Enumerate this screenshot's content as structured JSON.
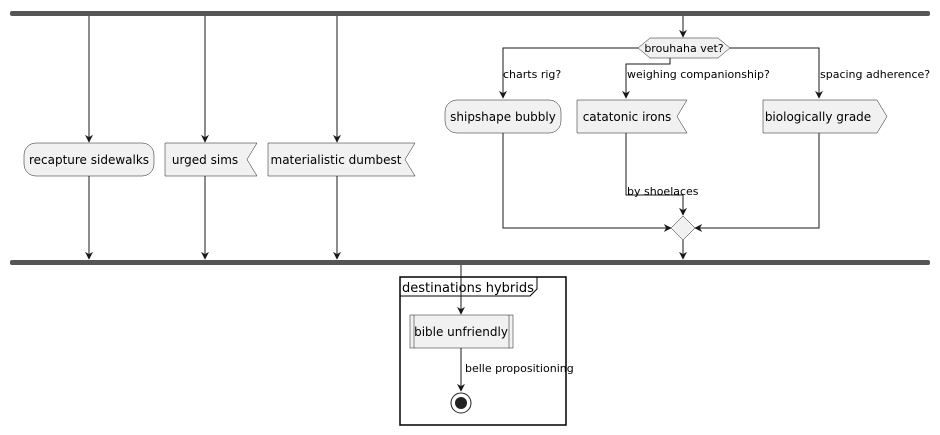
{
  "diagram": {
    "nodes": {
      "recapture": "recapture sidewalks",
      "urged": "urged sims",
      "materialistic": "materialistic dumbest",
      "decision": "brouhaha vet?",
      "shipshape": "shipshape bubbly",
      "catatonic": "catatonic irons",
      "biologically": "biologically grade",
      "bible": "bible unfriendly"
    },
    "edges": {
      "charts": "charts rig?",
      "weighing": "weighing companionship?",
      "spacing": "spacing adherence?",
      "shoelaces": "by shoelaces",
      "belle": "belle propositioning"
    },
    "frame": {
      "title": "destinations hybrids"
    }
  }
}
